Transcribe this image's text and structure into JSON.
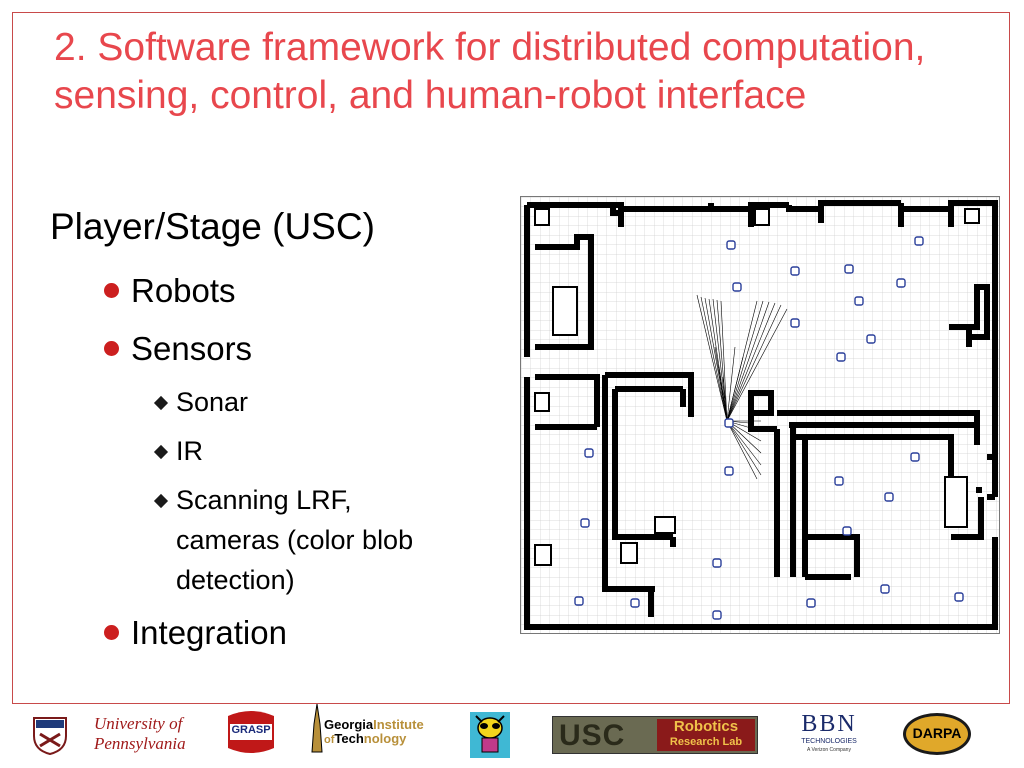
{
  "slide": {
    "title": "2. Software framework for distributed computation, sensing, control, and human-robot interface",
    "heading": "Player/Stage (USC)",
    "bullets": [
      {
        "label": "Robots"
      },
      {
        "label": "Sensors",
        "sub": [
          "Sonar",
          "IR",
          "Scanning LRF, cameras (color blob detection)"
        ]
      },
      {
        "label": "Integration"
      }
    ],
    "sub_lines": {
      "lrf_line1": "Scanning LRF,",
      "lrf_line2": "cameras (color blob",
      "lrf_line3": "detection)"
    }
  },
  "figure": {
    "type": "simulated floor-plan map with robots and sonar rays"
  },
  "logos": {
    "upenn": {
      "line1": "University of",
      "line2": "Pennsylvania"
    },
    "grasp": "GRASP",
    "gatech": {
      "line1a": "Georgia",
      "line1b": "Institute",
      "line2a": "of",
      "line2b": "Tech",
      "line2c": "nology"
    },
    "usc": {
      "main": "USC",
      "sub1": "Robotics",
      "sub2": "Research Lab"
    },
    "bbn": {
      "main": "BBN",
      "sub": "TECHNOLOGIES",
      "tag": "A Verizon Company"
    },
    "darpa": "DARPA"
  },
  "colors": {
    "title": "#e8474d",
    "bullet": "#cc1f1f",
    "frame": "#c84a4a"
  }
}
